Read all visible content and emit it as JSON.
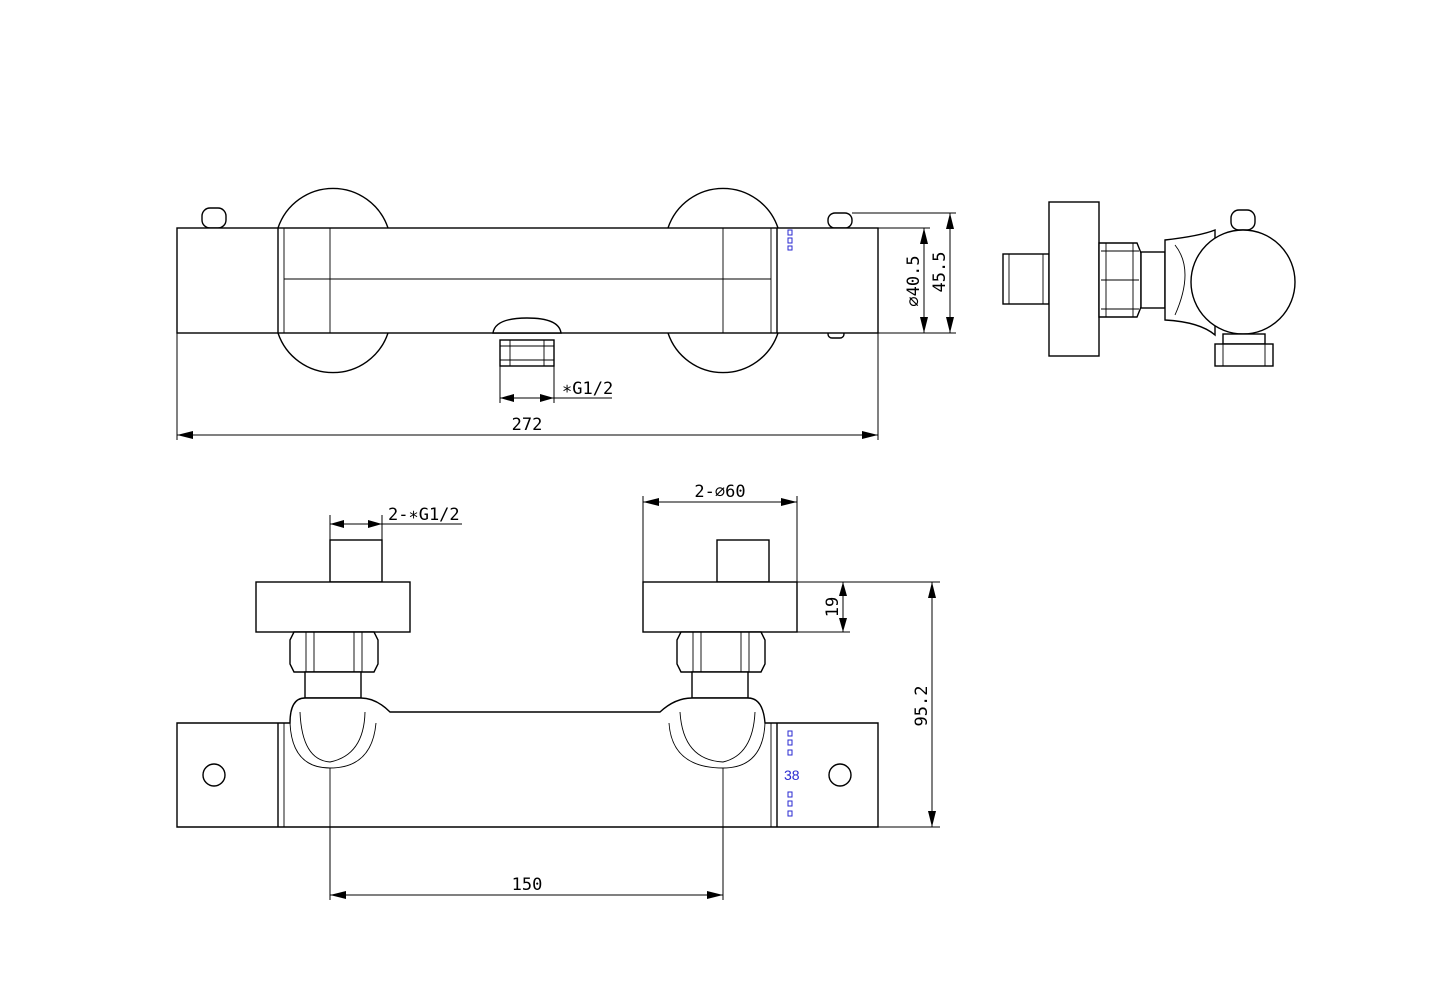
{
  "dimensions": {
    "top_length": "272",
    "top_outlet_thread": "∗G1/2",
    "top_dia": "∅40.5",
    "top_height": "45.5",
    "front_inlet_thread": "2-∗G1/2",
    "front_escutcheon_dia": "2-∅60",
    "front_escutcheon_depth": "19",
    "front_total_height": "95.2",
    "front_centers": "150",
    "front_scale_mark": "38"
  },
  "colors": {
    "line": "#000000",
    "annotation_blue": "#2a2ad0",
    "background": "#ffffff"
  }
}
